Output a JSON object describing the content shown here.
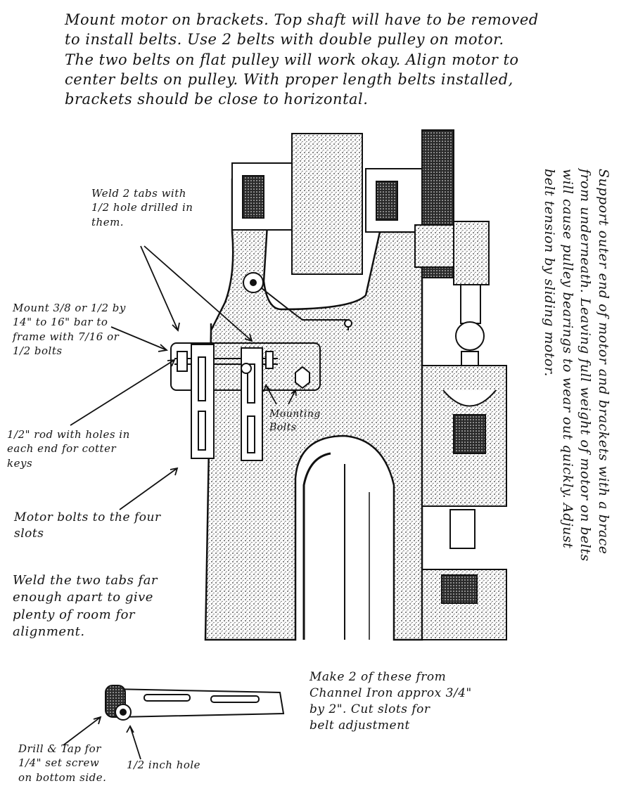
{
  "notes": {
    "top": "Mount motor on brackets. Top shaft will have to be removed\nto install belts. Use 2 belts with double pulley on motor.\nThe two belts on flat pulley will work okay. Align motor to\ncenter belts on pulley. With proper length belts installed,\nbrackets should be close to horizontal.",
    "weld_tabs": "Weld 2 tabs with\n1/2 hole drilled in\nthem.",
    "mount_bar": "Mount 3/8 or 1/2 by\n14\" to 16\" bar to\nframe with 7/16 or\n1/2 bolts",
    "rod": "1/2\" rod with holes in\neach end for cotter\nkeys",
    "mounting_bolts": "Mounting\nBolts",
    "motor_bolts": "Motor bolts to the four\nslots",
    "weld_far": "Weld the two tabs far\nenough apart to give\nplenty of room for\nalignment.",
    "support": "Support outer end of motor and brackets with a brace\nfrom underneath. Leaving full weight of motor on belts\nwill cause pulley bearings to wear out quickly. Adjust\nbelt tension by sliding motor.",
    "channel": "Make 2 of these from\nChannel Iron approx 3/4\"\nby 2\". Cut slots for\nbelt adjustment",
    "drill_tap": "Drill & Tap for\n1/4\" set screw\non bottom side.",
    "hole": "1/2 inch hole"
  },
  "colors": {
    "ink": "#141414",
    "shade": "#3a3a3a",
    "paper": "#ffffff"
  }
}
